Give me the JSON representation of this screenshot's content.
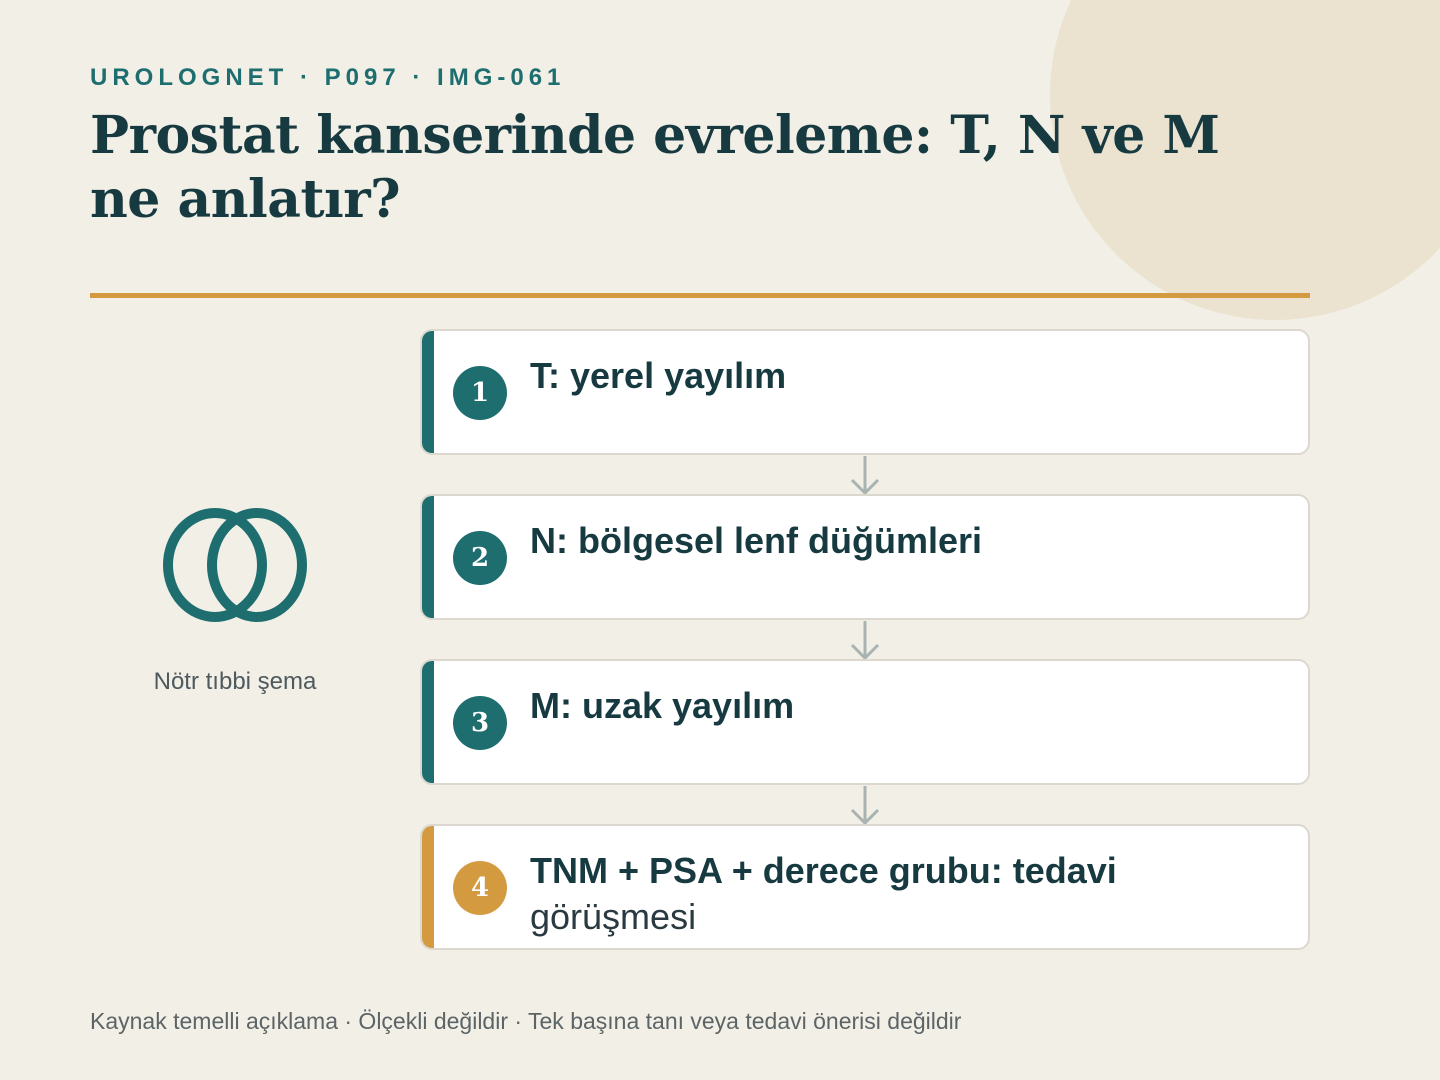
{
  "header": {
    "eyebrow": "UROLOGNET · P097 · IMG-061",
    "title": "Prostat kanserinde evreleme: T, N ve M ne anlatır?"
  },
  "illustration": {
    "icon": "two-overlapping-rings-icon",
    "caption": "Nötr tıbbi şema"
  },
  "steps": [
    {
      "number": "1",
      "label": "T: yerel yayılım",
      "label_cont": ""
    },
    {
      "number": "2",
      "label": "N: bölgesel lenf düğümleri",
      "label_cont": ""
    },
    {
      "number": "3",
      "label": "M: uzak yayılım",
      "label_cont": ""
    },
    {
      "number": "4",
      "label": "TNM + PSA + derece grubu: tedavi",
      "label_cont": "görüşmesi"
    }
  ],
  "footer": "Kaynak temelli açıklama · Ölçekli değildir · Tek başına tanı veya tedavi önerisi değildir",
  "colors": {
    "background": "#f2efe7",
    "teal": "#1e6e70",
    "gold": "#d39a40",
    "title": "#173a41"
  }
}
